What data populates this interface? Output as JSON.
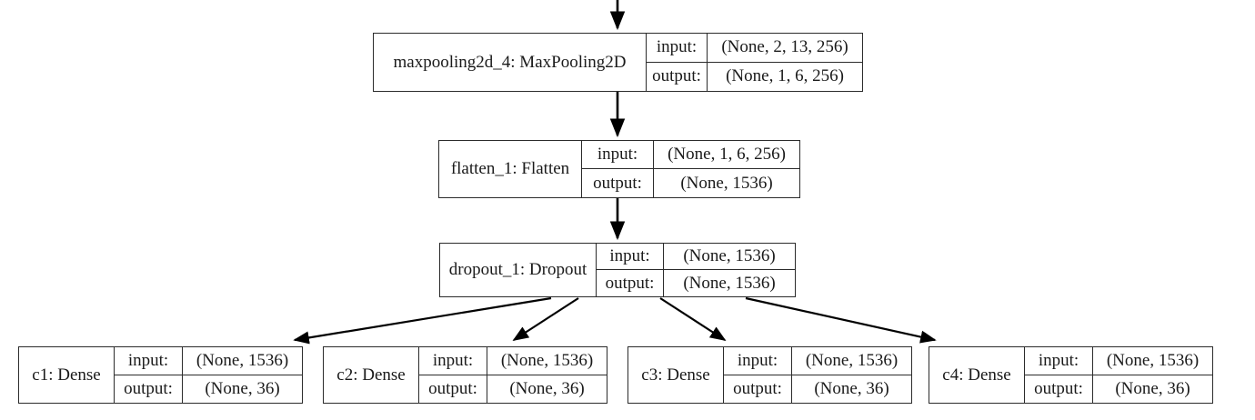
{
  "diagram": {
    "type": "keras-model-plot",
    "io_labels": {
      "input": "input:",
      "output": "output:"
    },
    "nodes": [
      {
        "id": "maxpooling2d_4",
        "name": "maxpooling2d_4: MaxPooling2D",
        "input_shape": "(None, 2, 13, 256)",
        "output_shape": "(None, 1, 6, 256)"
      },
      {
        "id": "flatten_1",
        "name": "flatten_1: Flatten",
        "input_shape": "(None, 1, 6, 256)",
        "output_shape": "(None, 1536)"
      },
      {
        "id": "dropout_1",
        "name": "dropout_1: Dropout",
        "input_shape": "(None, 1536)",
        "output_shape": "(None, 1536)"
      },
      {
        "id": "c1",
        "name": "c1: Dense",
        "input_shape": "(None, 1536)",
        "output_shape": "(None, 36)"
      },
      {
        "id": "c2",
        "name": "c2: Dense",
        "input_shape": "(None, 1536)",
        "output_shape": "(None, 36)"
      },
      {
        "id": "c3",
        "name": "c3: Dense",
        "input_shape": "(None, 1536)",
        "output_shape": "(None, 36)"
      },
      {
        "id": "c4",
        "name": "c4: Dense",
        "input_shape": "(None, 1536)",
        "output_shape": "(None, 36)"
      }
    ],
    "edges": [
      {
        "from": "(incoming)",
        "to": "maxpooling2d_4"
      },
      {
        "from": "maxpooling2d_4",
        "to": "flatten_1"
      },
      {
        "from": "flatten_1",
        "to": "dropout_1"
      },
      {
        "from": "dropout_1",
        "to": "c1"
      },
      {
        "from": "dropout_1",
        "to": "c2"
      },
      {
        "from": "dropout_1",
        "to": "c3"
      },
      {
        "from": "dropout_1",
        "to": "c4"
      }
    ],
    "colors": {
      "border": "#2b2b2b",
      "text": "#1a1a1a",
      "background": "#ffffff",
      "edge": "#000000"
    }
  }
}
